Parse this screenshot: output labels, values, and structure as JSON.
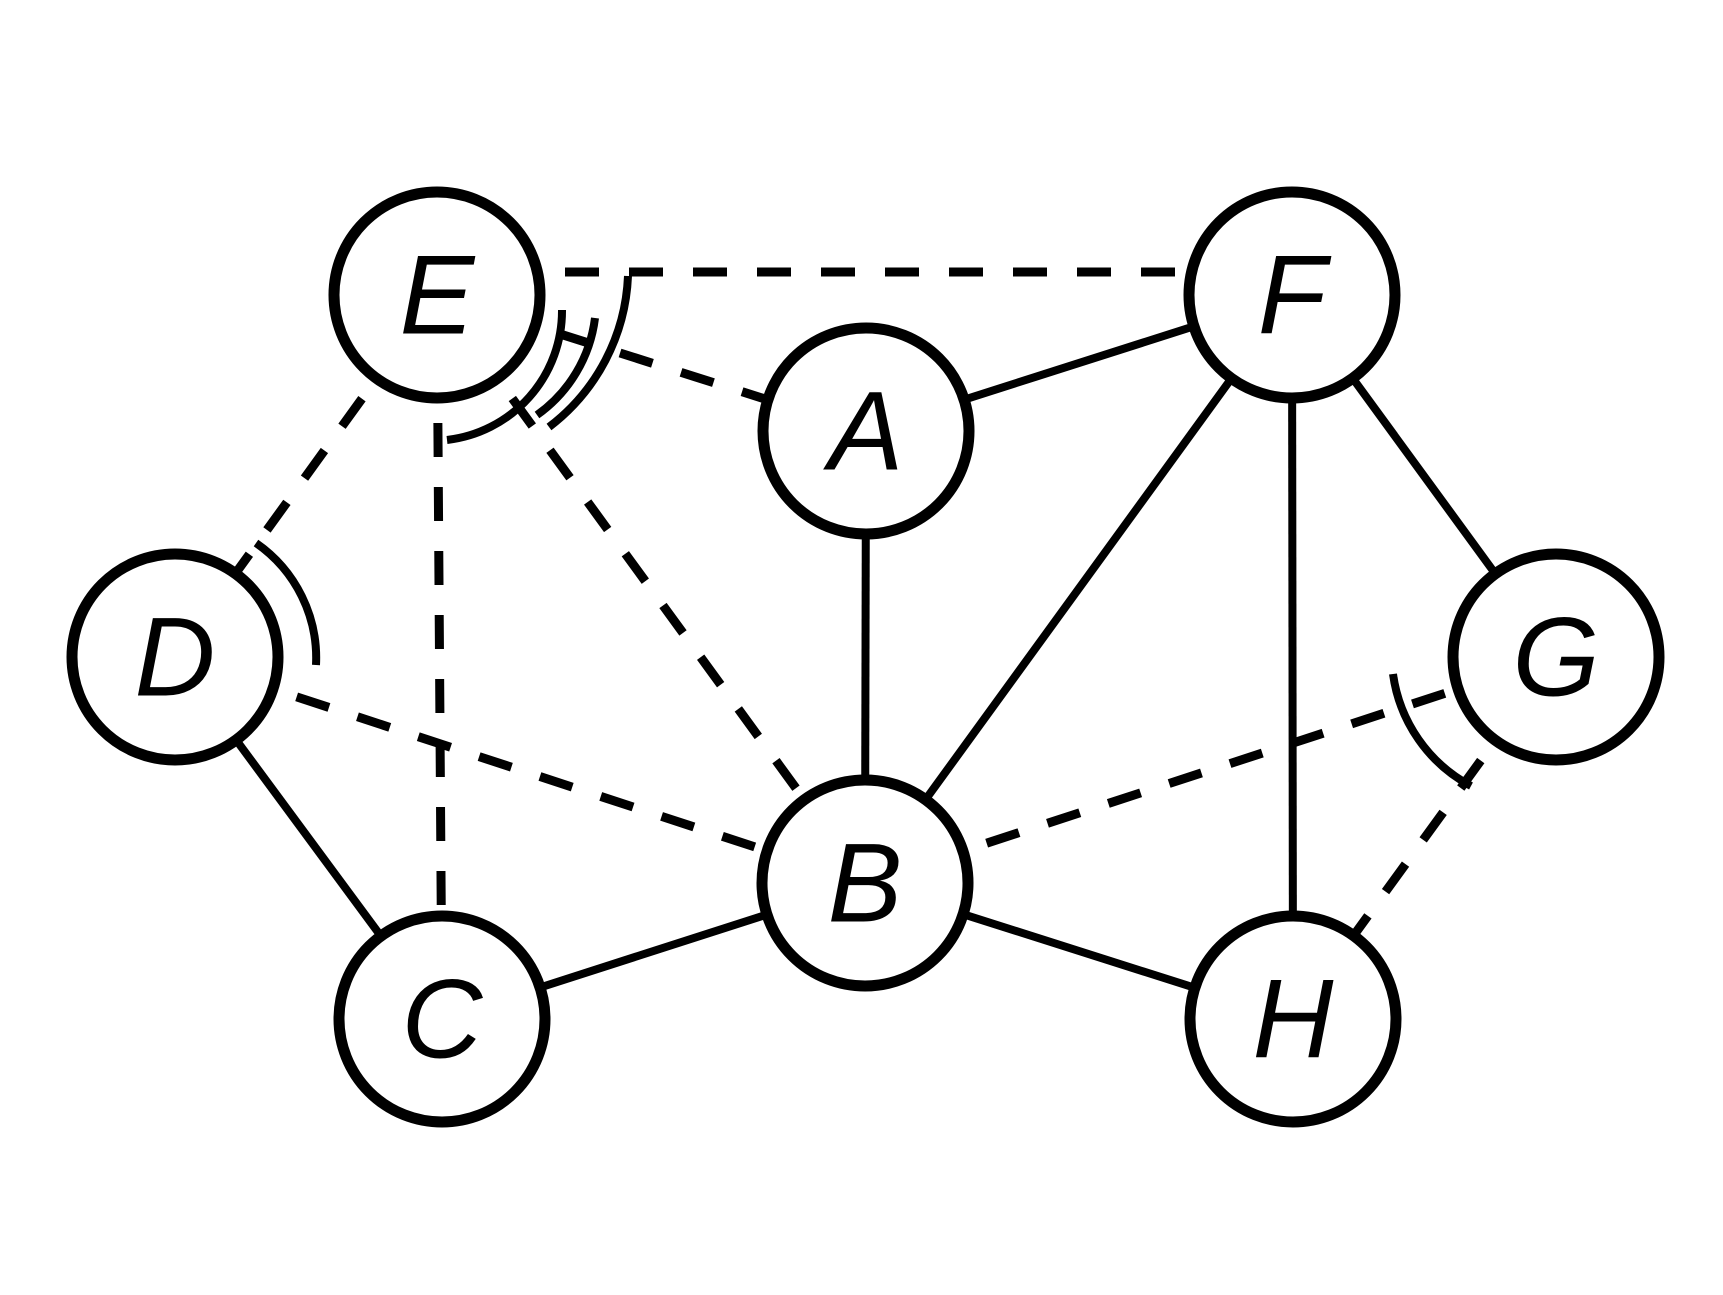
{
  "diagram": {
    "nodes": [
      {
        "id": "A",
        "label": "A"
      },
      {
        "id": "B",
        "label": "B"
      },
      {
        "id": "C",
        "label": "C"
      },
      {
        "id": "D",
        "label": "D"
      },
      {
        "id": "E",
        "label": "E"
      },
      {
        "id": "F",
        "label": "F"
      },
      {
        "id": "G",
        "label": "G"
      },
      {
        "id": "H",
        "label": "H"
      }
    ],
    "edges": [
      {
        "from": "A",
        "to": "F",
        "style": "solid"
      },
      {
        "from": "A",
        "to": "B",
        "style": "solid"
      },
      {
        "from": "F",
        "to": "B",
        "style": "solid"
      },
      {
        "from": "F",
        "to": "G",
        "style": "solid"
      },
      {
        "from": "F",
        "to": "H",
        "style": "solid"
      },
      {
        "from": "D",
        "to": "C",
        "style": "solid"
      },
      {
        "from": "C",
        "to": "B",
        "style": "solid"
      },
      {
        "from": "B",
        "to": "H",
        "style": "solid"
      },
      {
        "from": "E",
        "to": "F",
        "style": "dashed"
      },
      {
        "from": "E",
        "to": "A",
        "style": "dashed"
      },
      {
        "from": "E",
        "to": "B",
        "style": "dashed"
      },
      {
        "from": "E",
        "to": "C",
        "style": "dashed"
      },
      {
        "from": "E",
        "to": "D",
        "style": "dashed"
      },
      {
        "from": "D",
        "to": "B",
        "style": "dashed"
      },
      {
        "from": "B",
        "to": "G",
        "style": "dashed"
      },
      {
        "from": "G",
        "to": "H",
        "style": "dashed"
      }
    ],
    "angle_marks": [
      {
        "at": "E",
        "count": 2
      },
      {
        "at": "E",
        "count": 1
      },
      {
        "at": "D",
        "count": 1
      },
      {
        "at": "G",
        "count": 1
      }
    ]
  }
}
